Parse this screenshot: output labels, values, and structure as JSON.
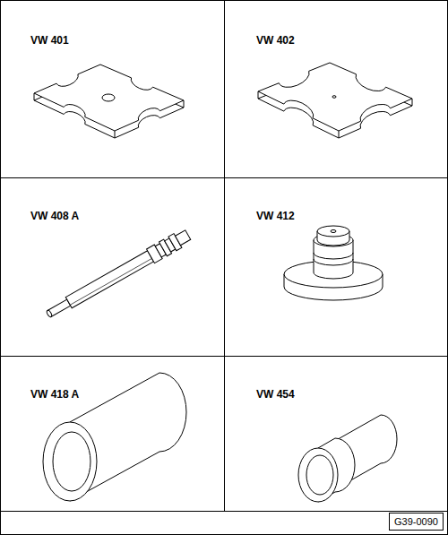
{
  "diagram": {
    "nodes": [
      {
        "text": [
          "VW 401"
        ]
      },
      {
        "text": [
          "VW 402"
        ]
      },
      {
        "text": [
          "VW 408 A"
        ]
      },
      {
        "text": [
          "VW 412"
        ]
      },
      {
        "text": [
          "VW 418 A"
        ]
      },
      {
        "text": [
          "VW 454"
        ]
      },
      {
        "text": [
          "G39-0090"
        ]
      }
    ]
  }
}
